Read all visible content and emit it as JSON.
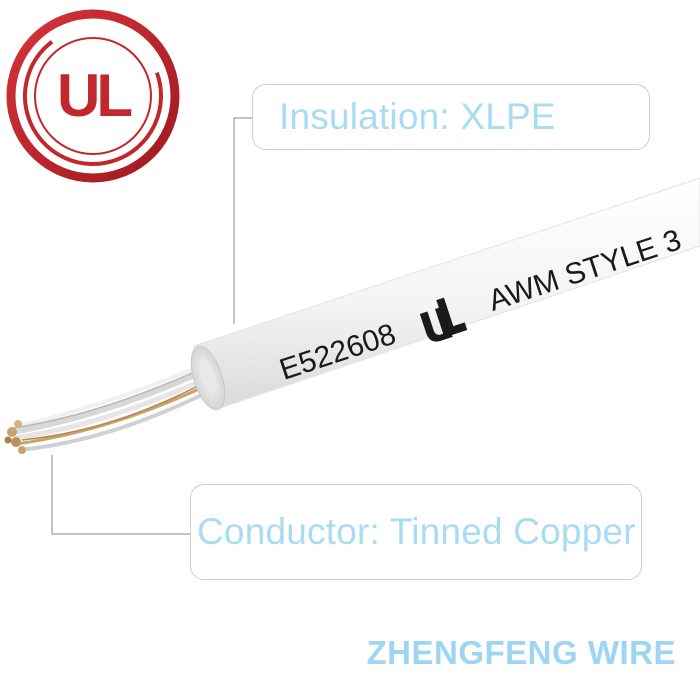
{
  "logo": {
    "text": "UL",
    "ring_color": "#c2272d",
    "letter_color": "#c2272d"
  },
  "cable": {
    "print_id": "E522608",
    "print_style": "AWM STYLE 3",
    "mark_icon": "ul-recognized-mark",
    "jacket_color": "#ffffff",
    "conductor_color": "#c9a46a"
  },
  "callouts": {
    "insulation": "Insulation: XLPE",
    "conductor": "Conductor: Tinned Copper"
  },
  "brand": {
    "name": "ZHENGFENG WIRE",
    "color": "#9dd5f2"
  },
  "colors": {
    "callout_text": "#a8dcf3",
    "callout_border": "#cfcfcf",
    "leader_line": "#8a8a8a"
  }
}
